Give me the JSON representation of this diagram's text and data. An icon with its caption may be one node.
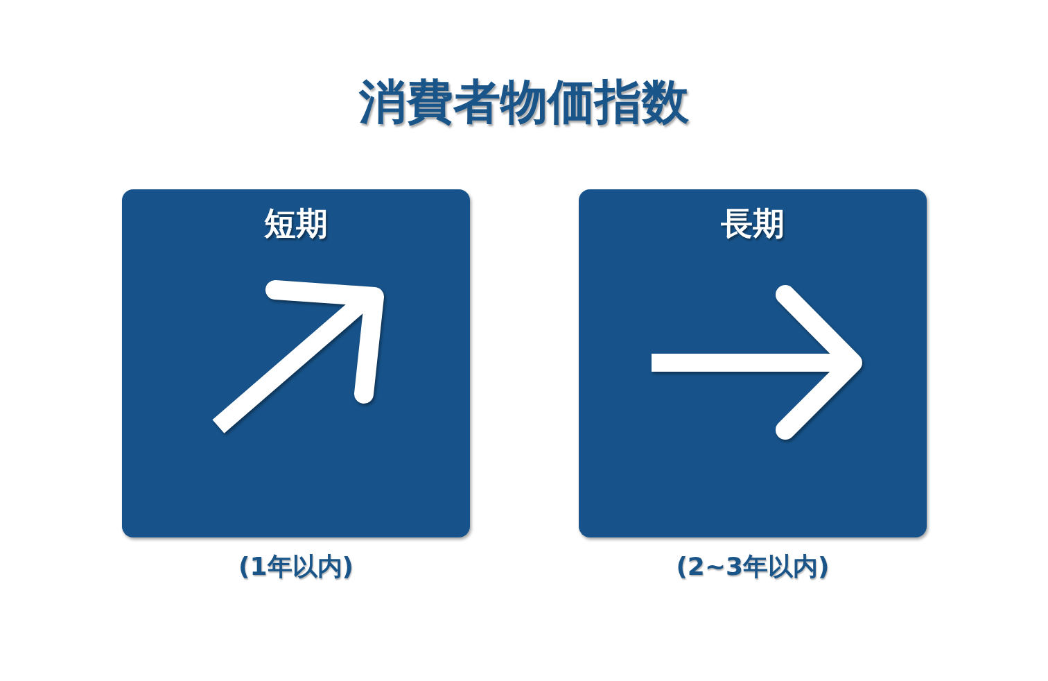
{
  "diagram": {
    "title": "消費者物価指数",
    "nodes": [
      {
        "text": [
          "短期"
        ],
        "beside": [
          "(1年以内)"
        ]
      },
      {
        "text": [
          "長期"
        ],
        "beside": [
          "(2~3年以内)"
        ]
      }
    ]
  }
}
